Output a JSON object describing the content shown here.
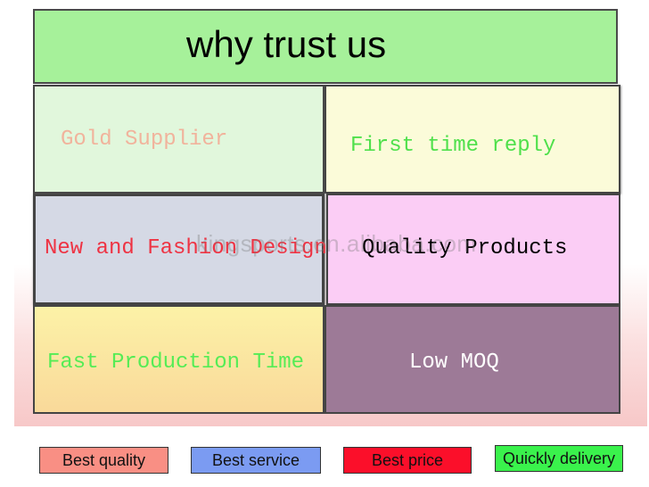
{
  "title": "why trust us",
  "features": {
    "gold_supplier": "Gold Supplier",
    "first_time_reply": "First time reply",
    "new_and_fashion_design": "New and Fashion Design",
    "quality_products": "Quality Products",
    "fast_production_time": "Fast Production Time",
    "low_moq": "Low MOQ"
  },
  "watermark": "kingsports.en.alibaba.com",
  "badges": {
    "best_quality": "Best quality",
    "best_service": "Best service",
    "best_price": "Best price",
    "quickly_delivery": "Quickly delivery"
  },
  "colors": {
    "title_bg": "#a6f19a",
    "gold_supplier_text": "#f1b39c",
    "first_time_reply_text": "#4fe04b",
    "new_design_text": "#ee3343",
    "fast_production_text": "#55ec55",
    "low_moq_bg": "#9d7a97",
    "best_quality_bg": "#f98f84",
    "best_service_bg": "#7b9bf2",
    "best_price_bg": "#fb0f2a",
    "quickly_delivery_bg": "#3af24c"
  }
}
